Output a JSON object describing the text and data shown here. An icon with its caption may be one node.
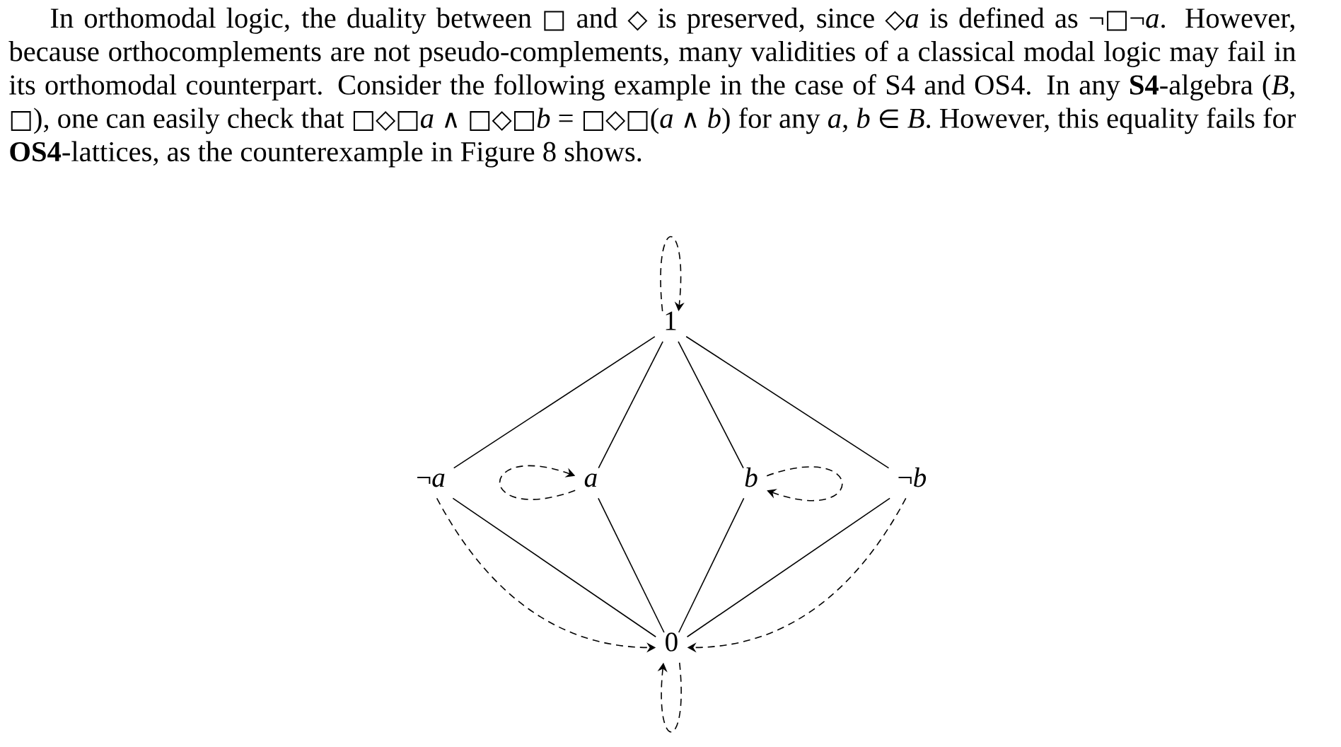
{
  "diagram": {
    "nodes": [
      {
        "text": [
          "1"
        ]
      },
      {
        "text": [
          "¬*a*"
        ]
      },
      {
        "text": [
          "a"
        ]
      },
      {
        "text": [
          "b"
        ]
      },
      {
        "text": [
          "¬*b*"
        ]
      },
      {
        "text": [
          "0"
        ]
      }
    ],
    "edges": [
      {
        "from": 0,
        "to": 1,
        "arrow": "none"
      },
      {
        "from": 0,
        "to": 2,
        "arrow": "none"
      },
      {
        "from": 0,
        "to": 3,
        "arrow": "none"
      },
      {
        "from": 0,
        "to": 4,
        "arrow": "none"
      },
      {
        "from": 1,
        "to": 5,
        "arrow": "none"
      },
      {
        "from": 2,
        "to": 5,
        "arrow": "none"
      },
      {
        "from": 3,
        "to": 5,
        "arrow": "none"
      },
      {
        "from": 4,
        "to": 5,
        "arrow": "none"
      },
      {
        "from": 0,
        "to": 0,
        "arrow": "to",
        "style": "dashed"
      },
      {
        "from": 2,
        "to": 2,
        "arrow": "to",
        "style": "dashed"
      },
      {
        "from": 3,
        "to": 3,
        "arrow": "to",
        "style": "dashed"
      },
      {
        "from": 1,
        "to": 5,
        "arrow": "to",
        "style": "dashed"
      },
      {
        "from": 4,
        "to": 5,
        "arrow": "to",
        "style": "dashed"
      },
      {
        "from": 5,
        "to": 5,
        "arrow": "to",
        "style": "dashed"
      }
    ],
    "labels": [
      "In orthomodal logic, the duality between □ and ◇ is preserved, since ◇*a* is defined as ¬□¬*a*. However, because orthocomplements are not pseudo-complements, many validities of a classical modal logic may fail in its orthomodal counterpart. Consider the following example in the case of S4 and OS4. In any **S4**-algebra (*B*, □), one can easily check that □◇□*a* ∧ □◇□*b* = □◇□(*a* ∧ *b*) for any *a*, *b* ∈ *B*. However, this equality fails for **OS4**-lattices, as the counterexample in Figure 8 shows."
    ]
  }
}
